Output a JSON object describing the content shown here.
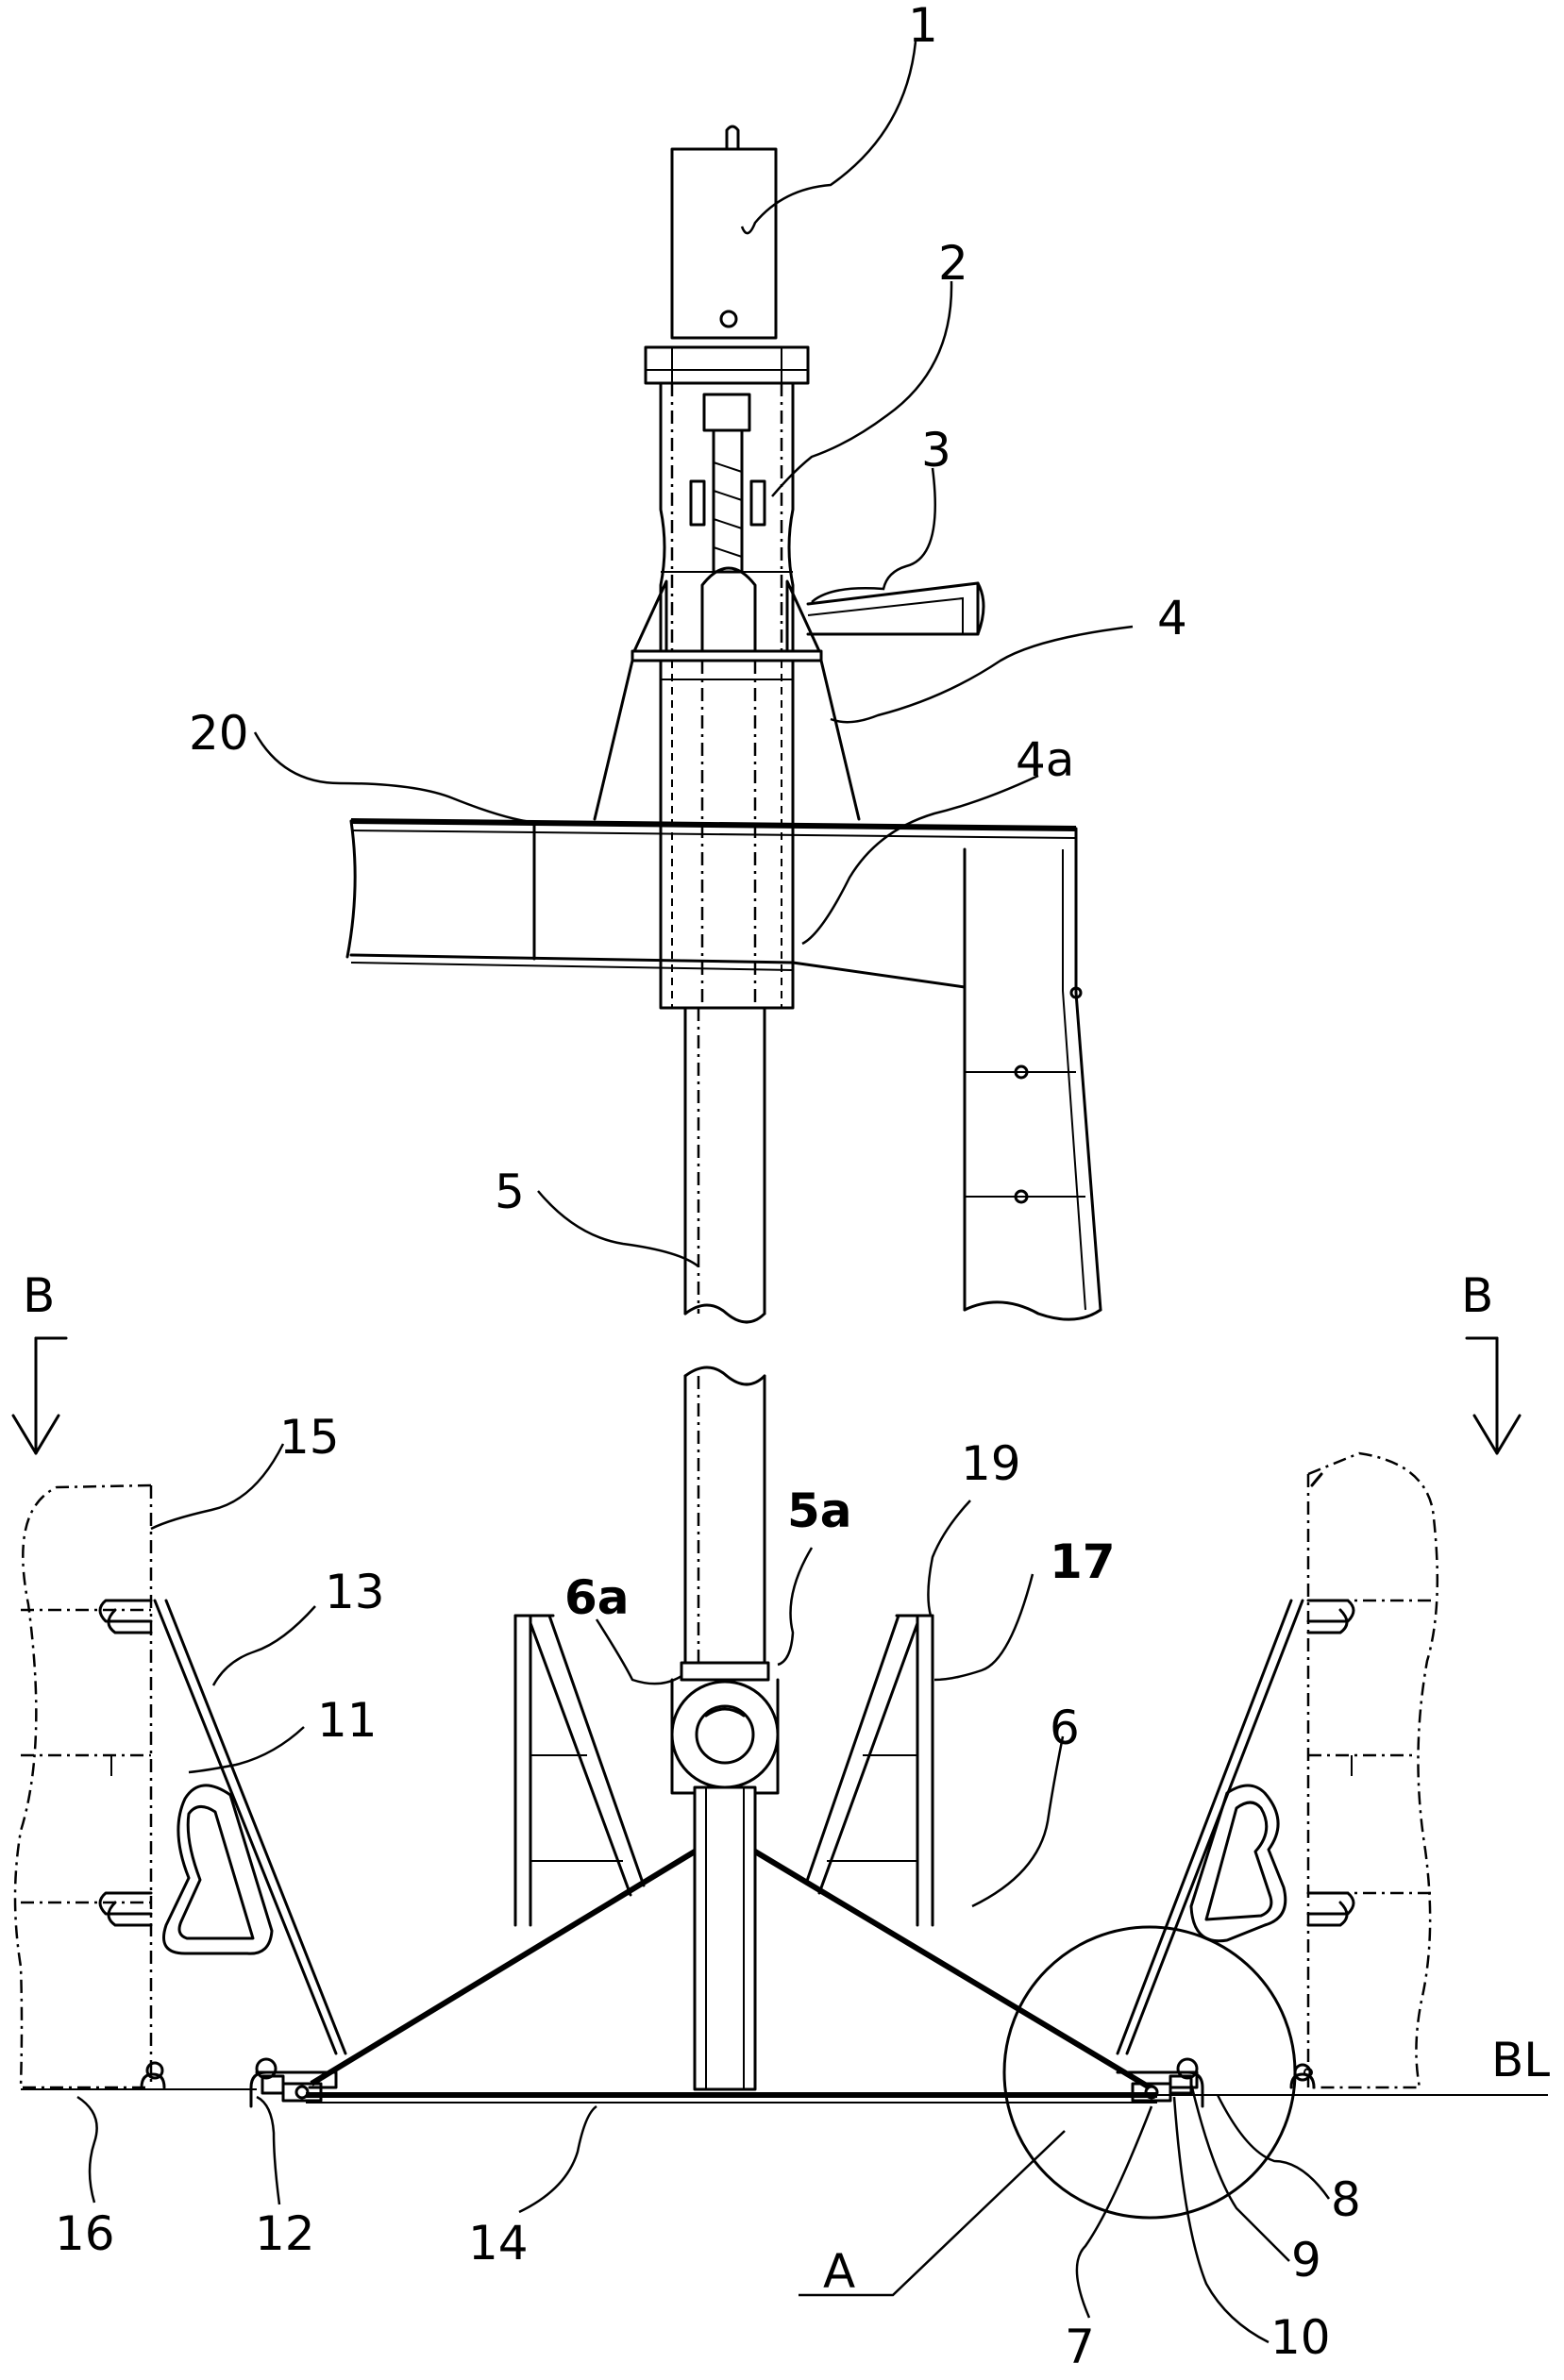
{
  "labels": {
    "n1": "1",
    "n2": "2",
    "n3": "3",
    "n4": "4",
    "n4a": "4a",
    "n20": "20",
    "n5": "5",
    "n5a": "5a",
    "n6a": "6a",
    "n19": "19",
    "n17": "17",
    "n15": "15",
    "n13": "13",
    "n11": "11",
    "n6": "6",
    "n16": "16",
    "n12": "12",
    "n14": "14",
    "n7": "7",
    "n8": "8",
    "n9": "9",
    "n10": "10",
    "section_left": "B",
    "section_right": "B",
    "detail": "A",
    "baseline": "BL"
  }
}
